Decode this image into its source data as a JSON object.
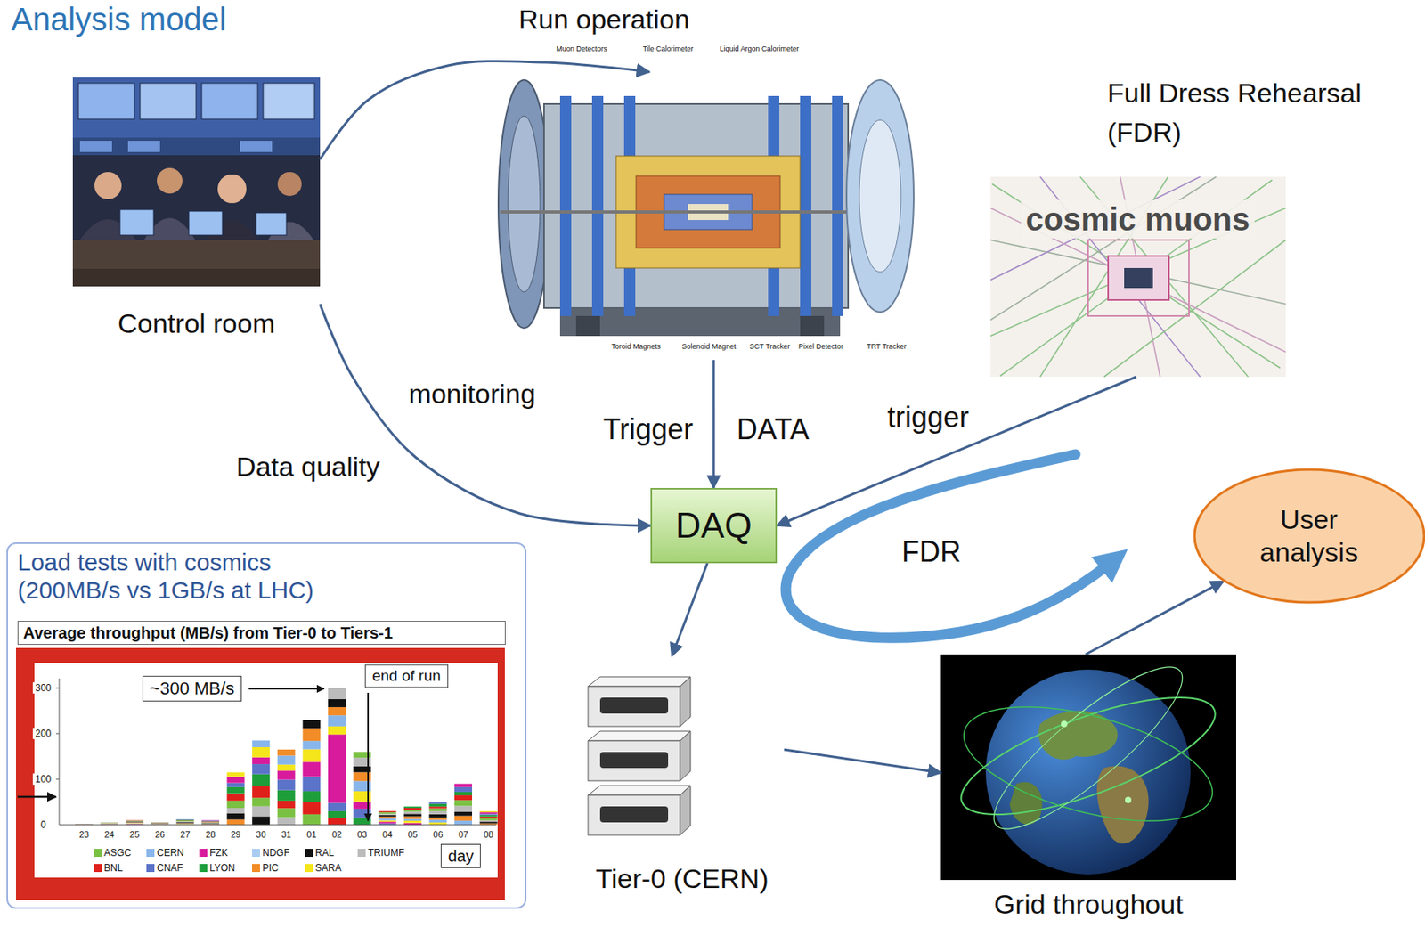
{
  "diagram": {
    "title": "Analysis model",
    "nodes": [
      {
        "text": [
          "Control room"
        ]
      },
      {
        "text": [
          "Muon Detectors",
          "Tile Calorimeter",
          "Liquid Argon Calorimeter",
          "Toroid Magnets",
          "Solenoid Magnet",
          "SCT Tracker",
          "Pixel Detector",
          "TRT Tracker"
        ]
      },
      {
        "text": [
          "Full Dress Rehearsal (FDR)",
          "cosmic muons"
        ]
      },
      {
        "text": [
          "DAQ"
        ]
      },
      {
        "text": [
          "User analysis"
        ]
      },
      {
        "text": [
          "Load tests with cosmics (200MB/s vs 1GB/s at LHC)",
          "Average throughput (MB/s) from Tier-0 to Tiers-1"
        ]
      },
      {
        "text": [
          "Tier-0 (CERN)"
        ]
      },
      {
        "text": [
          "Grid throughout"
        ]
      }
    ],
    "edges": [
      {
        "from": 0,
        "to": 1,
        "arrow": "to",
        "label": "Run operation"
      },
      {
        "from": 0,
        "to": 3,
        "arrow": "to",
        "label": "monitoring"
      },
      {
        "from": 1,
        "to": 3,
        "arrow": "to",
        "label": "DATA"
      },
      {
        "from": 2,
        "to": 3,
        "arrow": "to",
        "label": "trigger"
      },
      {
        "from": 3,
        "to": 6,
        "arrow": "to"
      },
      {
        "from": 6,
        "to": 7,
        "arrow": "to"
      },
      {
        "from": 7,
        "to": 4,
        "arrow": "to"
      }
    ],
    "labels": [
      "Data quality",
      "Trigger",
      "FDR",
      "~300 MB/s",
      "end of run",
      "300",
      "200",
      "100",
      "0",
      "23",
      "24",
      "25",
      "26",
      "27",
      "28",
      "29",
      "30",
      "31",
      "01",
      "02",
      "03",
      "04",
      "05",
      "06",
      "07",
      "08",
      "day"
    ],
    "legend": [
      {
        "text": "ASGC",
        "color": "#7ac143"
      },
      {
        "text": "CERN",
        "color": "#89b6ea"
      },
      {
        "text": "FZK",
        "color": "#d81b9c"
      },
      {
        "text": "NDGF",
        "color": "#a9cdf2"
      },
      {
        "text": "RAL",
        "color": "#111111"
      },
      {
        "text": "TRIUMF",
        "color": "#bbbbbb"
      },
      {
        "text": "BNL",
        "color": "#e0201b"
      },
      {
        "text": "CNAF",
        "color": "#5b73c8"
      },
      {
        "text": "LYON",
        "color": "#1e9e3a"
      },
      {
        "text": "PIC",
        "color": "#f28c28"
      },
      {
        "text": "SARA",
        "color": "#f5e51b"
      }
    ]
  }
}
